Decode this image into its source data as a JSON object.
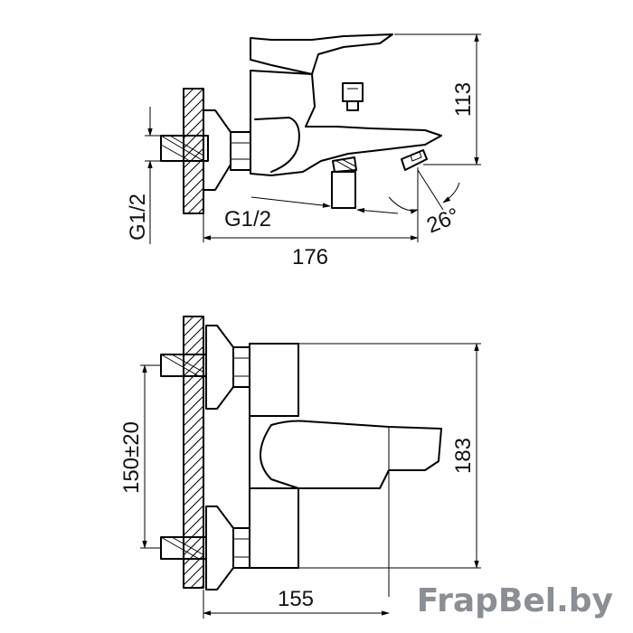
{
  "top_view": {
    "dim_height": "113",
    "dim_thread_vertical": "G1/2",
    "dim_thread_horizontal": "G1/2",
    "dim_angle": "26°",
    "dim_length": "176"
  },
  "front_view": {
    "dim_centers": "150±20",
    "dim_height": "183",
    "dim_length": "155"
  },
  "watermark": "FrapBel.by"
}
